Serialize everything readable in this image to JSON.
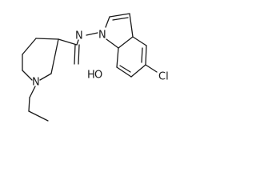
{
  "labels": {
    "piperidine_n": "N",
    "amide_nh": "N",
    "amide_h": "H",
    "carbonyl_o": "O",
    "indole_n": "N",
    "chlorine": "Cl"
  }
}
